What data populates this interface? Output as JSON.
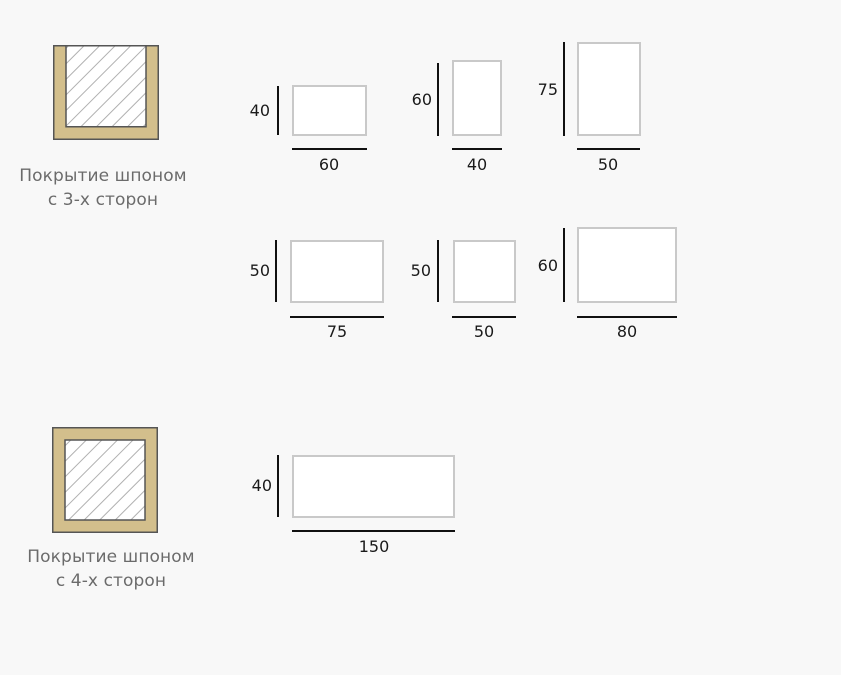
{
  "colors": {
    "background": "#f8f8f8",
    "veneer": "#d3bf8c",
    "veneer_edge": "#555555",
    "panel_border": "#c9c9c9",
    "hatch": "#b0b0b0"
  },
  "veneer_3_sides": {
    "icon": "veneer-three-sides-icon",
    "caption_line1": "Покрытие шпоном",
    "caption_line2": "с 3-х сторон",
    "sizes": [
      {
        "width": "60",
        "height": "40"
      },
      {
        "width": "40",
        "height": "60"
      },
      {
        "width": "50",
        "height": "75"
      },
      {
        "width": "75",
        "height": "50"
      },
      {
        "width": "50",
        "height": "50"
      },
      {
        "width": "80",
        "height": "60"
      }
    ]
  },
  "veneer_4_sides": {
    "icon": "veneer-four-sides-icon",
    "caption_line1": "Покрытие шпоном",
    "caption_line2": "с 4-х сторон",
    "sizes": [
      {
        "width": "150",
        "height": "40"
      }
    ]
  }
}
